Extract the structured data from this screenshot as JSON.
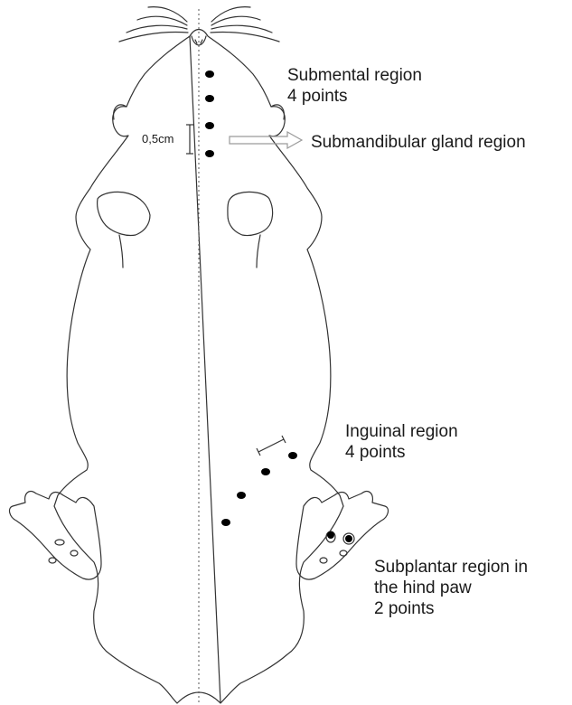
{
  "diagram": {
    "scale_label": "0,5cm",
    "annotations": {
      "submental": {
        "line1": "Submental region",
        "line2": "4 points"
      },
      "submandibular": {
        "line1": "Submandibular gland region"
      },
      "inguinal": {
        "line1": "Inguinal region",
        "line2": "4 points"
      },
      "subplantar": {
        "line1": "Subplantar region in",
        "line2": "the hind paw",
        "line3": "2 points"
      }
    },
    "injection_points": {
      "submental_count": 4,
      "inguinal_count": 4,
      "subplantar_count": 2
    },
    "colors": {
      "outline": "#333333",
      "dot": "#000000",
      "arrow": "#9a9a9a",
      "text": "#1a1a1a"
    }
  }
}
